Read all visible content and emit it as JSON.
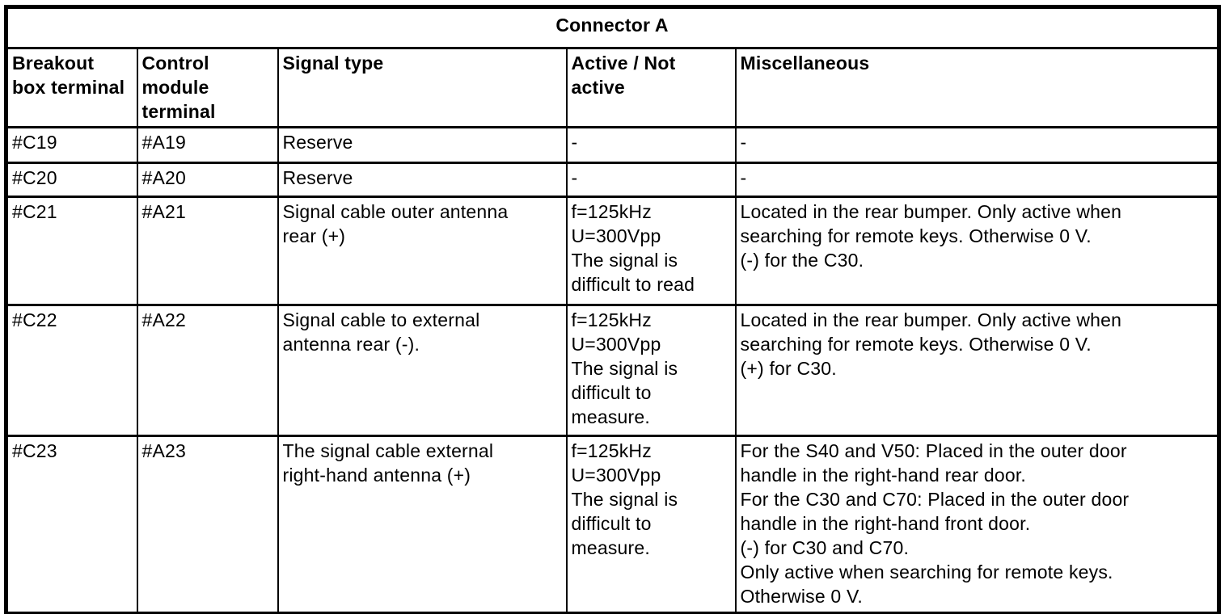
{
  "table": {
    "title": "Connector A",
    "columns": [
      "Breakout\nbox terminal",
      "Control\nmodule\nterminal",
      "Signal type",
      "Active / Not\nactive",
      "Miscellaneous"
    ],
    "rows": [
      [
        "#C19",
        "#A19",
        "Reserve",
        "-",
        "-"
      ],
      [
        "#C20",
        "#A20",
        "Reserve",
        "-",
        "-"
      ],
      [
        "#C21",
        "#A21",
        "Signal cable outer antenna\nrear (+)",
        "f=125kHz\nU=300Vpp\nThe signal is\ndifficult to read",
        "Located in the rear bumper. Only active when\nsearching for remote keys. Otherwise 0 V.\n(-) for the C30."
      ],
      [
        "#C22",
        "#A22",
        "Signal cable to external\nantenna rear (-).",
        "f=125kHz\nU=300Vpp\nThe signal is\ndifficult to\nmeasure.",
        "Located in the rear bumper. Only active when\nsearching for remote keys. Otherwise 0 V.\n(+) for C30."
      ],
      [
        "#C23",
        "#A23",
        "The signal cable external\nright-hand antenna (+)",
        "f=125kHz\nU=300Vpp\nThe signal is\ndifficult to\nmeasure.",
        "For the S40 and V50: Placed in the outer door\nhandle in the right-hand rear door.\nFor the C30 and C70: Placed in the outer door\nhandle in the right-hand front door.\n(-) for C30 and C70.\nOnly active when searching for remote keys.\nOtherwise 0 V."
      ]
    ]
  }
}
